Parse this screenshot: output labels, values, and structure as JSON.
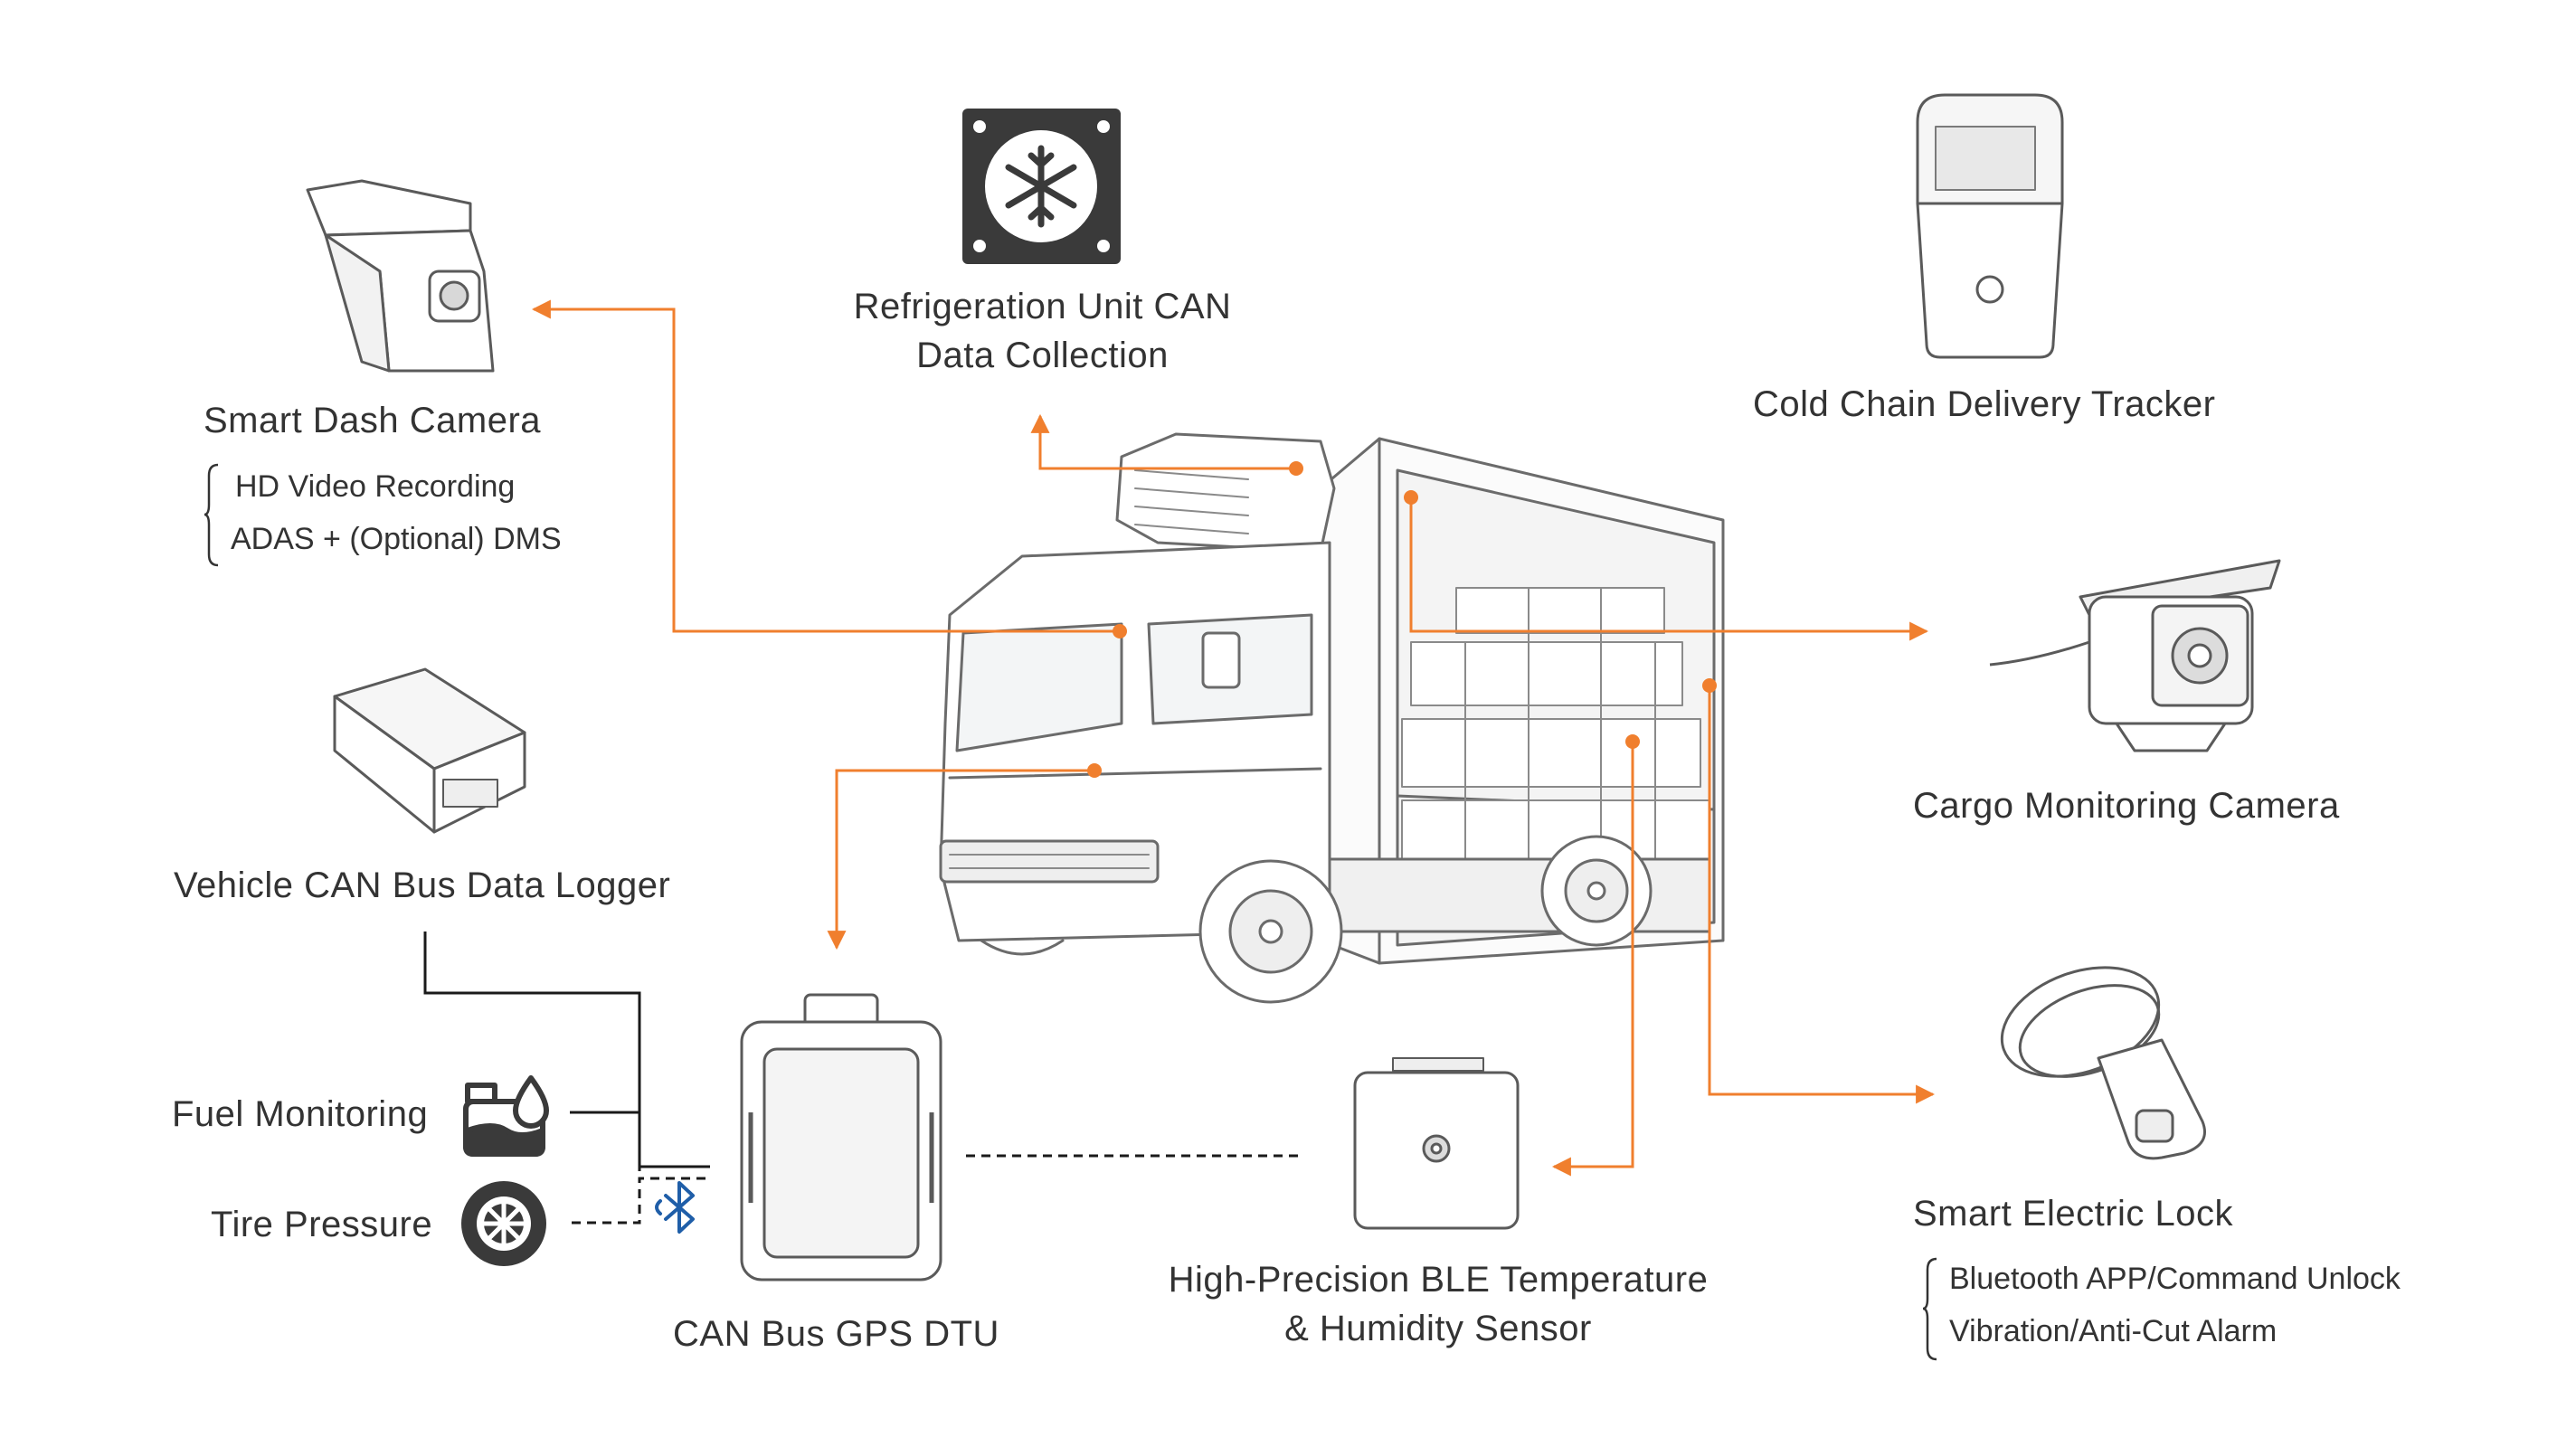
{
  "colors": {
    "accent": "#F07F2E",
    "text": "#333333",
    "line_dark": "#1a1a1a",
    "sketch": "#6b6b6b",
    "icon_dark": "#3a3a3a",
    "bluetooth": "#1f5ea8"
  },
  "components": {
    "refrigeration": {
      "title_line1": "Refrigeration Unit CAN",
      "title_line2": "Data Collection",
      "icon": "snowflake-icon"
    },
    "dash_camera": {
      "title": "Smart Dash Camera",
      "features": [
        "HD Video Recording",
        "ADAS + (Optional) DMS"
      ]
    },
    "cold_chain": {
      "title": "Cold Chain Delivery Tracker"
    },
    "cargo_camera": {
      "title": "Cargo Monitoring Camera"
    },
    "can_logger": {
      "title": "Vehicle CAN Bus Data Logger"
    },
    "fuel": {
      "title": "Fuel Monitoring",
      "icon": "fuel-tank-icon"
    },
    "tire": {
      "title": "Tire Pressure",
      "icon": "tire-icon"
    },
    "gps_dtu": {
      "title": "CAN Bus GPS DTU",
      "icon": "bluetooth-icon"
    },
    "ble_sensor": {
      "title_line1": "High-Precision BLE Temperature",
      "title_line2": "& Humidity Sensor"
    },
    "smart_lock": {
      "title": "Smart Electric Lock",
      "features": [
        "Bluetooth APP/Command Unlock",
        "Vibration/Anti-Cut Alarm"
      ]
    }
  }
}
